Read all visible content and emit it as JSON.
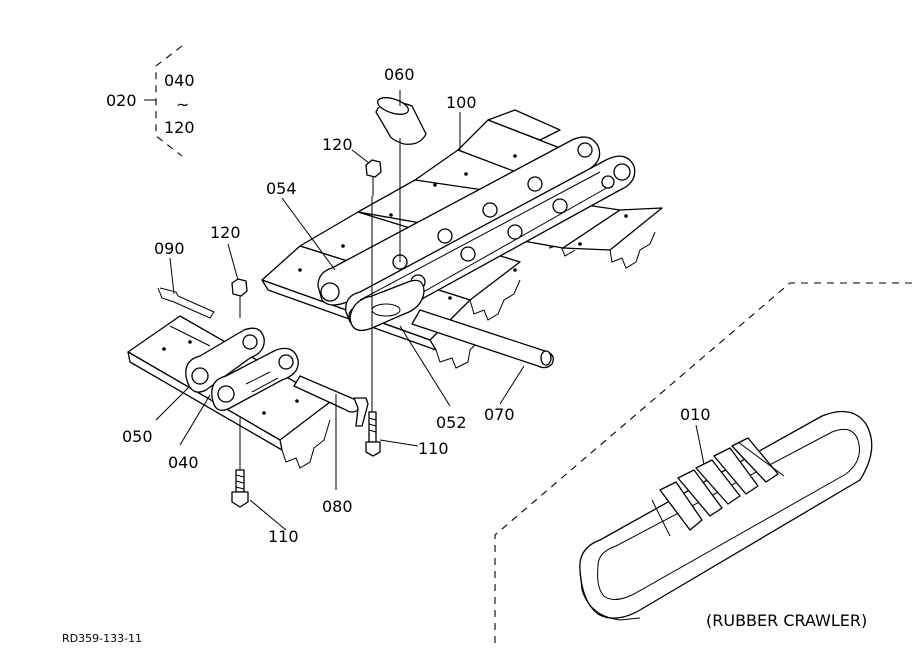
{
  "callouts": {
    "range_start": "020",
    "range_from": "040",
    "range_tilde": "~",
    "range_to": "120",
    "c060": "060",
    "c100": "100",
    "c120_top": "120",
    "c054": "054",
    "c090": "090",
    "c120_left": "120",
    "c050": "050",
    "c040": "040",
    "c052": "052",
    "c070": "070",
    "c110_mid": "110",
    "c080": "080",
    "c110_bottom": "110",
    "c010": "010"
  },
  "inset_label": "(RUBBER CRAWLER)",
  "drawing_id": "RD359-133-11"
}
